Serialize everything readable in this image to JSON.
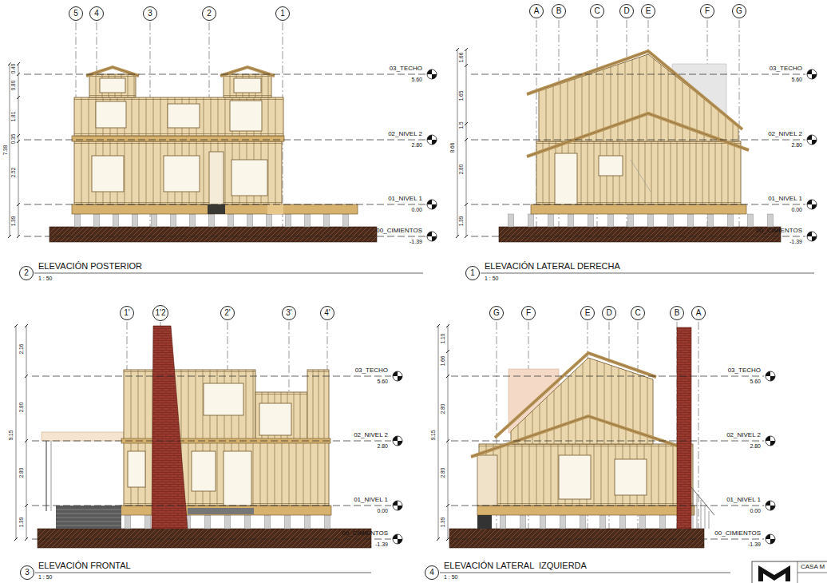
{
  "diagram": {
    "nodes": [
      {
        "text": [
          "5"
        ]
      },
      {
        "text": [
          "4"
        ]
      },
      {
        "text": [
          "3"
        ]
      },
      {
        "text": [
          "2"
        ]
      },
      {
        "text": [
          "1"
        ]
      },
      {
        "text": [
          "A"
        ]
      },
      {
        "text": [
          "B"
        ]
      },
      {
        "text": [
          "C"
        ]
      },
      {
        "text": [
          "D"
        ]
      },
      {
        "text": [
          "E"
        ]
      },
      {
        "text": [
          "F"
        ]
      },
      {
        "text": [
          "G"
        ]
      },
      {
        "text": [
          "1'"
        ]
      },
      {
        "text": [
          "1'2"
        ]
      },
      {
        "text": [
          "2'"
        ]
      },
      {
        "text": [
          "3'"
        ]
      },
      {
        "text": [
          "4'"
        ]
      },
      {
        "text": [
          "G"
        ]
      },
      {
        "text": [
          "F"
        ]
      },
      {
        "text": [
          "E"
        ]
      },
      {
        "text": [
          "D"
        ]
      },
      {
        "text": [
          "C"
        ]
      },
      {
        "text": [
          "B"
        ]
      },
      {
        "text": [
          "A"
        ]
      },
      {
        "text": [
          "2"
        ]
      },
      {
        "text": [
          "1"
        ]
      },
      {
        "text": [
          "3"
        ]
      },
      {
        "text": [
          "4"
        ]
      }
    ],
    "labels": [
      "03_TECHO",
      "5.60",
      "02_NIVEL 2",
      "2.80",
      "01_NIVEL 1",
      "0.00",
      "00_CIMIENTOS",
      "-1.39",
      "03_TECHO",
      "5.60",
      "02_NIVEL 2",
      "2.80",
      "01_NIVEL 1",
      "0.00",
      "00_CIMIENTOS",
      "-1.39",
      "03_TECHO",
      "5.60",
      "02_NIVEL 2",
      "2.80",
      "01_NIVEL 1",
      "0.00",
      "00_CIMIENTOS",
      "-1.39",
      "03_TECHO",
      "5.60",
      "02_NIVEL 2",
      "2.80",
      "01_NIVEL 1",
      "0.00",
      "00_CIMIENTOS",
      "-1.39",
      "0.40",
      "0.80",
      "1.81",
      "0.35",
      "2.52",
      "1.39",
      "7.38",
      "1.66",
      "1.65",
      "1.5",
      "2.80",
      "1.39",
      "8.66",
      "2.16",
      "2.80",
      "2.80",
      "1.39",
      "9.15",
      "1.10",
      "1.66",
      "2.80",
      "2.80",
      "1.39",
      "9.15",
      "ELEVACIÓN POSTERIOR",
      "1 : 50",
      "ELEVACIÓN LATERAL DERECHA",
      "1 : 50",
      "ELEVACIÓN FRONTAL",
      "1 : 50",
      "ELEVACIÓN LATERAL  IZQUIERDA",
      "1 : 50",
      "CASA M"
    ]
  }
}
